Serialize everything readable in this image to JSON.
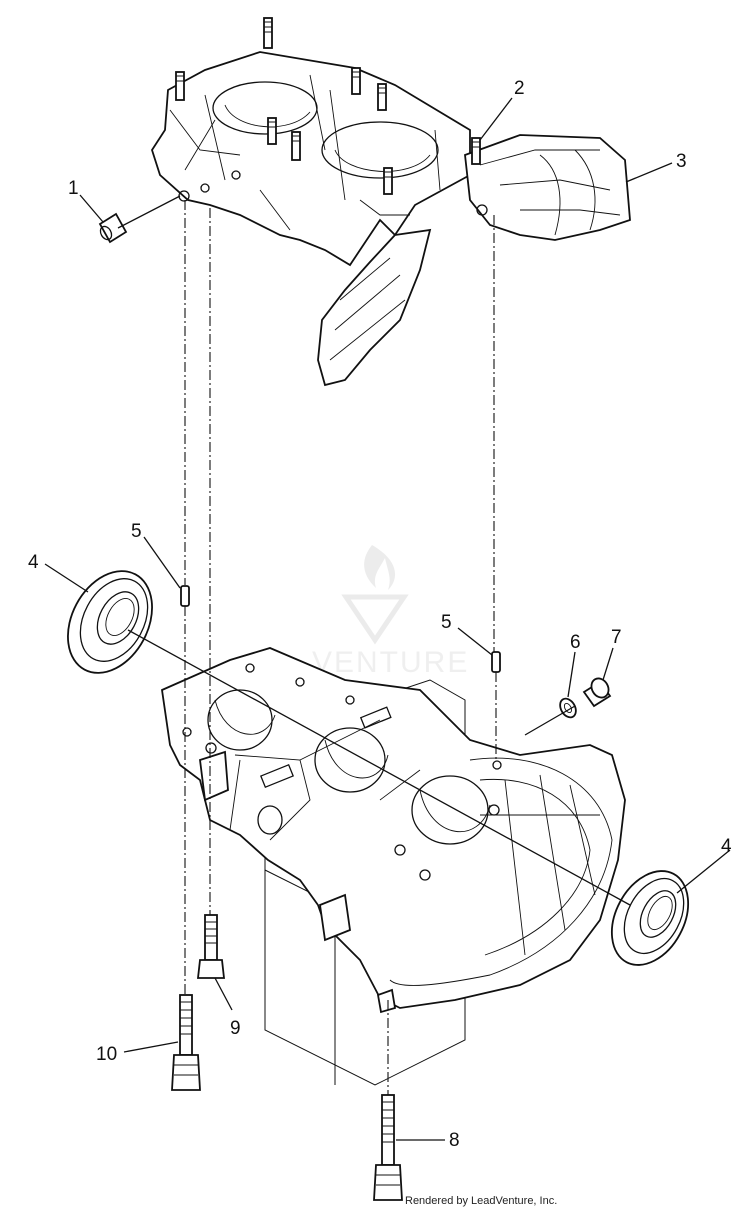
{
  "callouts": {
    "c1": "1",
    "c2": "2",
    "c3": "3",
    "c4a": "4",
    "c4b": "4",
    "c5a": "5",
    "c5b": "5",
    "c6": "6",
    "c7": "7",
    "c8": "8",
    "c9": "9",
    "c10": "10"
  },
  "watermark": "VENTURE",
  "credit": "Rendered by LeadVenture, Inc."
}
